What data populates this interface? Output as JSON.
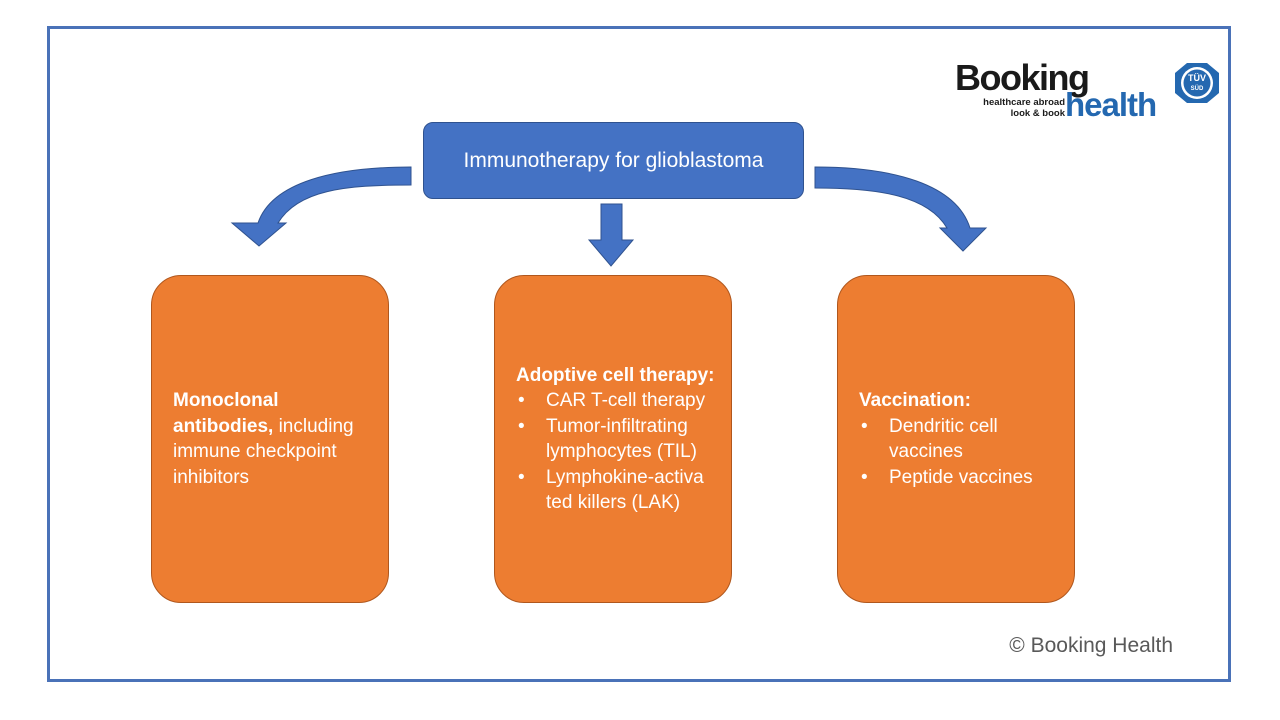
{
  "root": {
    "label": "Immunotherapy for glioblastoma"
  },
  "branches": [
    {
      "title": "Monoclonal antibodies,",
      "text": " including immune checkpoint inhibitors"
    },
    {
      "title": "Adoptive cell therapy:",
      "items": [
        "CAR T-cell therapy",
        "Tumor-infiltrating lymphocytes (TIL)",
        "Lymphokine-activa ted killers (LAK)"
      ]
    },
    {
      "title": "Vaccination:",
      "items": [
        "Dendritic cell vaccines",
        "Peptide vaccines"
      ]
    }
  ],
  "logo": {
    "booking": "Booking",
    "tagline_line1": "healthcare abroad",
    "tagline_line2": "look & book",
    "health": "health",
    "seal_text": "TÜV SÜD"
  },
  "copyright": "© Booking Health",
  "colors": {
    "frame": "#4a72b8",
    "root_fill": "#4472c4",
    "arrow_fill": "#4472c4",
    "card_fill": "#ed7d31",
    "card_text": "#ffffff",
    "logo_blue": "#2468b0"
  }
}
